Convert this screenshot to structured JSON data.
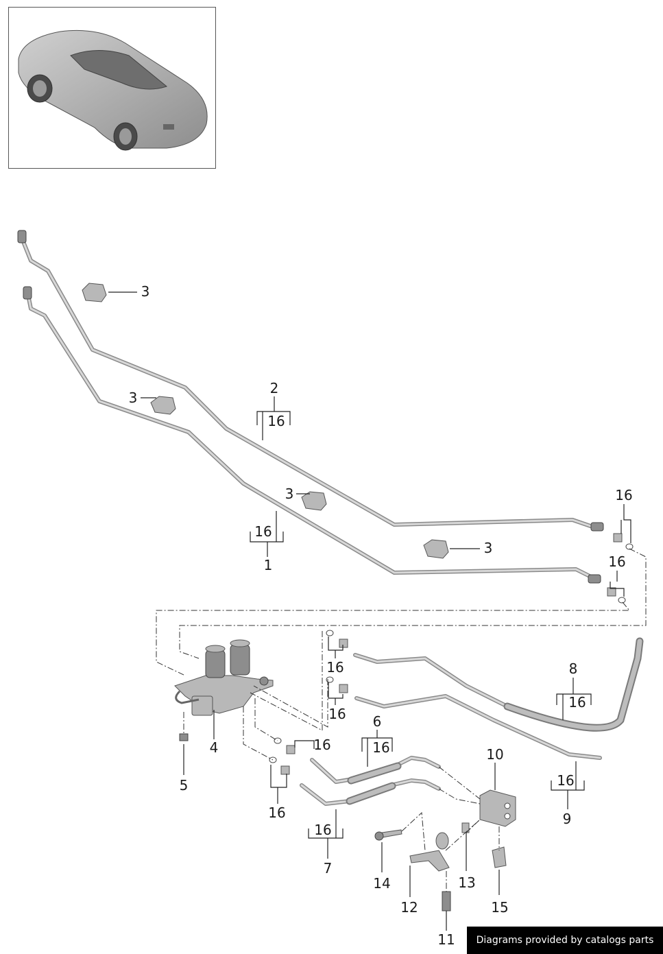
{
  "callouts": {
    "c1": "1",
    "c2": "2",
    "c3a": "3",
    "c3b": "3",
    "c3c": "3",
    "c3d": "3",
    "c4": "4",
    "c5": "5",
    "c6": "6",
    "c7": "7",
    "c8": "8",
    "c9": "9",
    "c10": "10",
    "c11": "11",
    "c12": "12",
    "c13": "13",
    "c14": "14",
    "c15": "15",
    "c16a": "16",
    "c16b": "16",
    "c16c": "16",
    "c16d": "16",
    "c16e": "16",
    "c16f": "16",
    "c16g": "16",
    "c16h": "16",
    "c16i": "16",
    "c16j": "16",
    "c16k": "16",
    "c16l": "16"
  },
  "credit": "Diagrams provided by catalogs parts"
}
